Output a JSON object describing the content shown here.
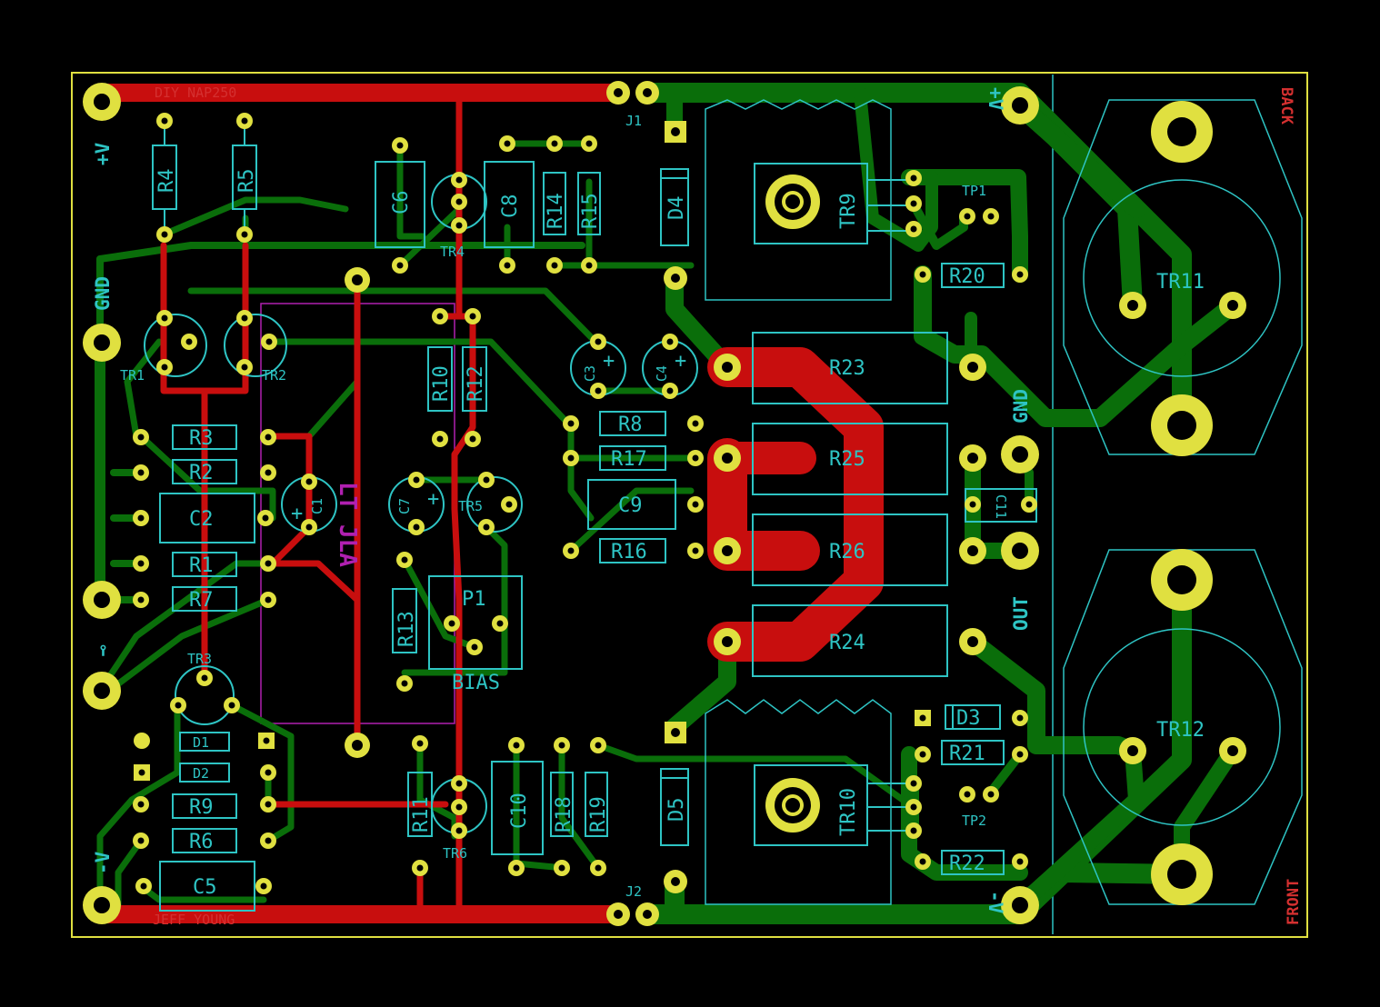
{
  "board": {
    "colors": {
      "background": "#000000",
      "outline": "#e0e040",
      "top_copper": "#c80e0e",
      "bottom_copper": "#0a6e0a",
      "silkscreen": "#2ec4c4",
      "pads": "#e0e040",
      "courtyard": "#b020b0"
    },
    "title_text": "DIY NAP250",
    "author_text": "JEFF YOUNG",
    "back_label": "BACK",
    "front_label": "FRONT",
    "copper_text": "LT JLA"
  },
  "nets": {
    "vplus_left": "+V",
    "gnd_left": "GND",
    "input_symbol": "⊸",
    "vminus_left": "-V",
    "vplus_right": "+V",
    "gnd_right": "GND",
    "out_right": "OUT",
    "vminus_right": "-V"
  },
  "refs": {
    "R1": "R1",
    "R2": "R2",
    "R3": "R3",
    "R4": "R4",
    "R5": "R5",
    "R6": "R6",
    "R7": "R7",
    "R8": "R8",
    "R9": "R9",
    "R10": "R10",
    "R11": "R11",
    "R12": "R12",
    "R13": "R13",
    "R14": "R14",
    "R15": "R15",
    "R16": "R16",
    "R17": "R17",
    "R18": "R18",
    "R19": "R19",
    "R20": "R20",
    "R21": "R21",
    "R22": "R22",
    "R23": "R23",
    "R24": "R24",
    "R25": "R25",
    "R26": "R26",
    "C1": "C1",
    "C2": "C2",
    "C3": "C3",
    "C4": "C4",
    "C5": "C5",
    "C6": "C6",
    "C7": "C7",
    "C8": "C8",
    "C9": "C9",
    "C10": "C10",
    "C11": "C11",
    "D1": "D1",
    "D2": "D2",
    "D3": "D3",
    "D4": "D4",
    "D5": "D5",
    "TR1": "TR1",
    "TR2": "TR2",
    "TR3": "TR3",
    "TR4": "TR4",
    "TR5": "TR5",
    "TR6": "TR6",
    "TR9": "TR9",
    "TR10": "TR10",
    "TR11": "TR11",
    "TR12": "TR12",
    "P1": "P1",
    "BIAS": "BIAS",
    "J1": "J1",
    "J2": "J2",
    "TP1": "TP1",
    "TP2": "TP2",
    "plus": "+"
  }
}
